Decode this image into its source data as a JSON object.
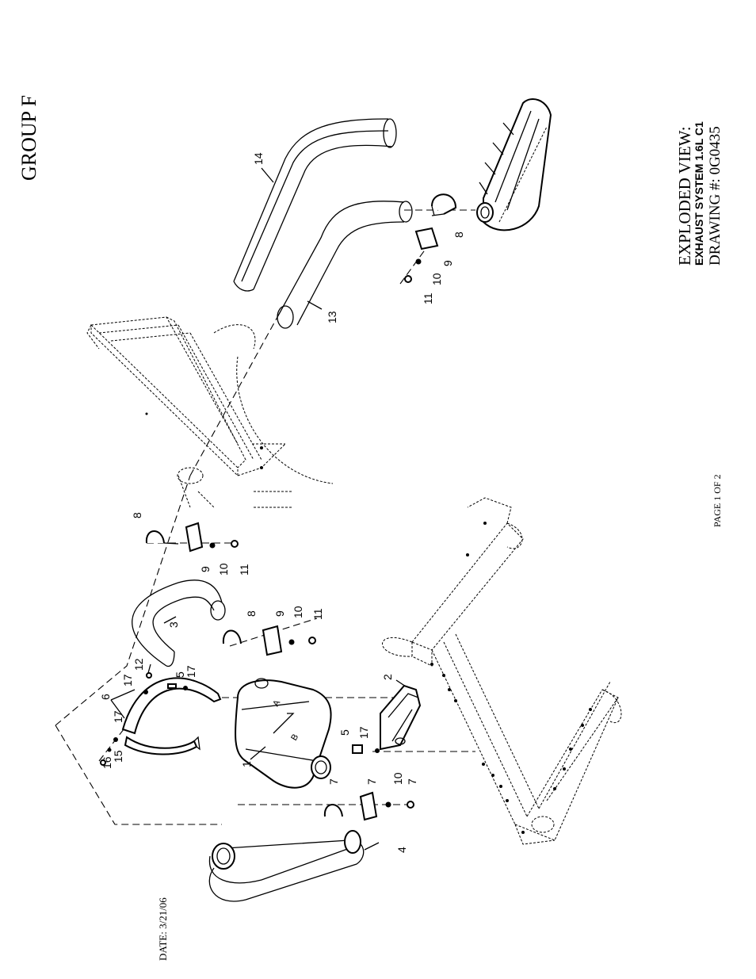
{
  "header": {
    "group": "GROUP F",
    "title": "EXPLODED VIEW:",
    "subtitle": "EXHAUST SYSTEM 1.6L C1",
    "drawing": "DRAWING #: 0G0435"
  },
  "footer": {
    "page": "PAGE 1 OF 2",
    "date": "DATE:  3/21/06"
  },
  "callouts": {
    "c1": "1",
    "c2": "2",
    "c3": "3",
    "c4": "4",
    "c5a": "5",
    "c5b": "5",
    "c6": "6",
    "c7a": "7",
    "c7b": "7",
    "c7c": "7",
    "c8a": "8",
    "c8b": "8",
    "c8c": "8",
    "c9a": "9",
    "c9b": "9",
    "c9c": "9",
    "c10a": "10",
    "c10b": "10",
    "c10c": "10",
    "c10d": "10",
    "c11a": "11",
    "c11b": "11",
    "c11c": "11",
    "c12": "12",
    "c13": "13",
    "c14": "14",
    "c15": "15",
    "c16": "16",
    "c17a": "17",
    "c17b": "17",
    "c17c": "17",
    "c17d": "17"
  },
  "muffler_markings": {
    "a": "A",
    "b": "B"
  }
}
